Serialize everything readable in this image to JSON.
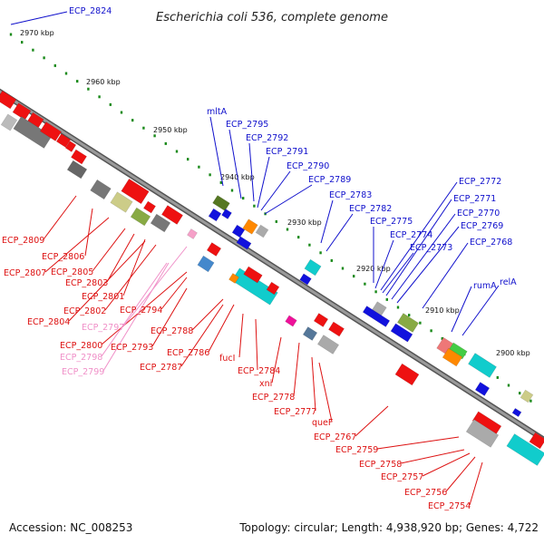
{
  "title": "Escherichia coli 536, complete genome",
  "footer": {
    "accession": "Accession: NC_008253",
    "summary": "Topology: circular; Length: 4,938,920 bp; Genes: 4,722"
  },
  "colors": {
    "forward_label": "#1010cc",
    "reverse_label": "#dd1111",
    "pseudo_label": "#f090c8",
    "tick_dot": "#1a8a1a",
    "backbone": "#777777"
  },
  "scale": {
    "ticks": [
      "2970 kbp",
      "2960 kbp",
      "2950 kbp",
      "2940 kbp",
      "2930 kbp",
      "2920 kbp",
      "2910 kbp",
      "2900 kbp"
    ]
  },
  "labels": {
    "forward": [
      "ECP_2824",
      "mltA",
      "ECP_2795",
      "ECP_2792",
      "ECP_2791",
      "ECP_2790",
      "ECP_2789",
      "ECP_2783",
      "ECP_2782",
      "ECP_2775",
      "ECP_2774",
      "ECP_2773",
      "ECP_2772",
      "ECP_2771",
      "ECP_2770",
      "ECP_2769",
      "ECP_2768",
      "rumA",
      "relA"
    ],
    "reverse": [
      "ECP_2809",
      "ECP_2806",
      "ECP_2807",
      "ECP_2805",
      "ECP_2803",
      "ECP_2801",
      "ECP_2802",
      "ECP_2804",
      "ECP_2794",
      "ECP_2800",
      "ECP_2793",
      "ECP_2788",
      "ECP_2786",
      "ECP_2787",
      "fucI",
      "ECP_2784",
      "xni",
      "ECP_2778",
      "ECP_2777",
      "queF",
      "ECP_2767",
      "ECP_2759",
      "ECP_2758",
      "ECP_2757",
      "ECP_2756",
      "ECP_2754"
    ],
    "pseudo": [
      "ECP_2797",
      "ECP_2798",
      "ECP_2799"
    ]
  }
}
